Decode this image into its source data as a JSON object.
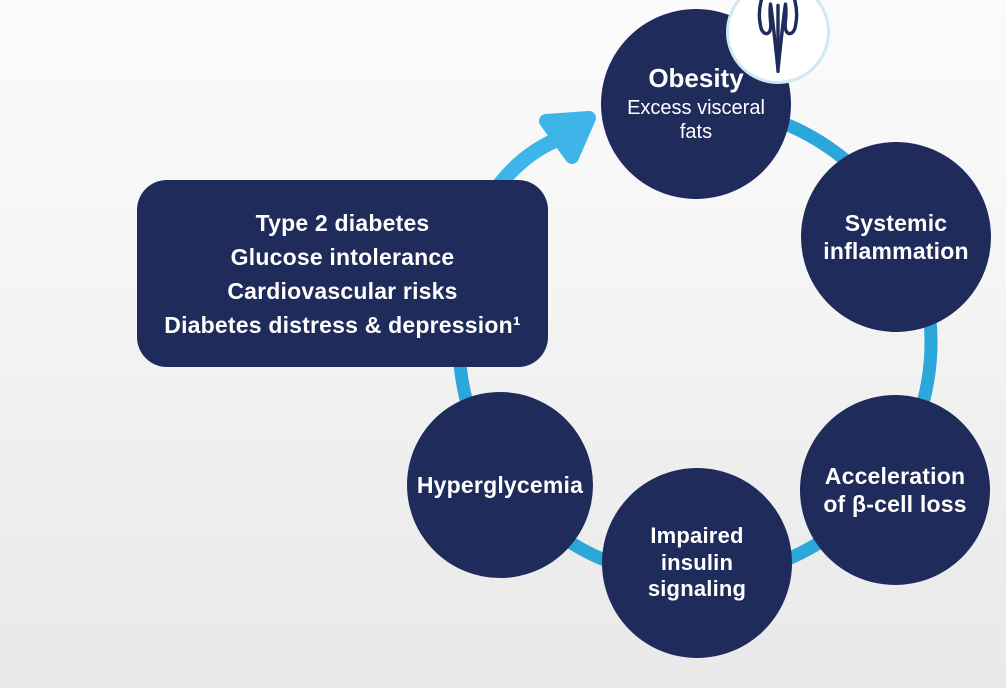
{
  "colors": {
    "node_navy": "#1f2b5a",
    "cycle_arc_cyan": "#2ba7dc",
    "arrow_cyan": "#3db5e8",
    "icon_ring_light_blue": "#cde9f4",
    "badge_background": "#ffffff",
    "text_white": "#ffffff"
  },
  "outcomes_box": {
    "lines": [
      "Type 2 diabetes",
      "Glucose intolerance",
      "Cardiovascular risks",
      "Diabetes distress & depression¹"
    ]
  },
  "cycle_nodes": {
    "obesity": {
      "title": "Obesity",
      "subtitle": "Excess visceral\nfats"
    },
    "systemic_inflammation": {
      "label": "Systemic\ninflammation"
    },
    "beta_cell_loss": {
      "label": "Acceleration\nof β-cell loss"
    },
    "impaired_insulin_signaling": {
      "label": "Impaired\ninsulin\nsignaling"
    },
    "hyperglycemia": {
      "label": "Hyperglycemia"
    }
  },
  "icons": {
    "body": "body-outline-icon"
  }
}
